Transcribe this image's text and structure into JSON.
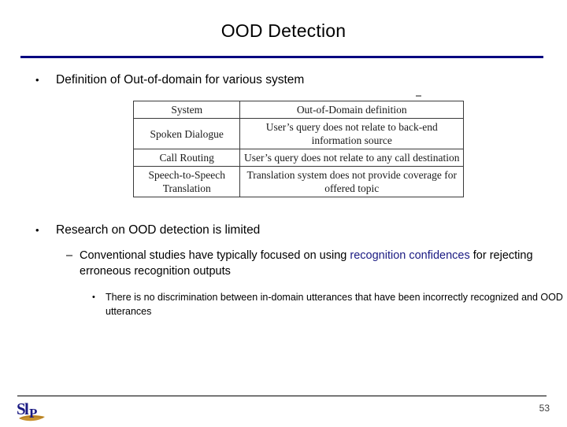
{
  "slide": {
    "title": "OOD Detection",
    "page_number": "53",
    "accent_color": "#000080",
    "highlight_color": "#1a1a82",
    "logo_name": "SLP",
    "logo_letter_color": "#1a1a82",
    "logo_swoosh_color": "#c8922e"
  },
  "bullets": {
    "b1": {
      "marker": "•",
      "text": "Definition of Out-of-domain for various system"
    },
    "b2": {
      "marker": "•",
      "text": "Research on OOD detection is limited"
    },
    "b3": {
      "marker": "–",
      "text_before": "Conventional studies have typically focused on using ",
      "highlight": "recognition confidences",
      "text_after": " for rejecting erroneous recognition outputs"
    },
    "b4": {
      "marker": "•",
      "text": "There is no discrimination between in-domain utterances that have been incorrectly recognized and OOD utterances"
    }
  },
  "table": {
    "headers": [
      "System",
      "Out-of-Domain definition"
    ],
    "rows": [
      [
        "Spoken Dialogue",
        "User’s query does not relate to back-end information source"
      ],
      [
        "Call Routing",
        "User’s query does not relate to any call destination"
      ],
      [
        "Speech-to-Speech Translation",
        "Translation system does not provide coverage for offered topic"
      ]
    ]
  }
}
